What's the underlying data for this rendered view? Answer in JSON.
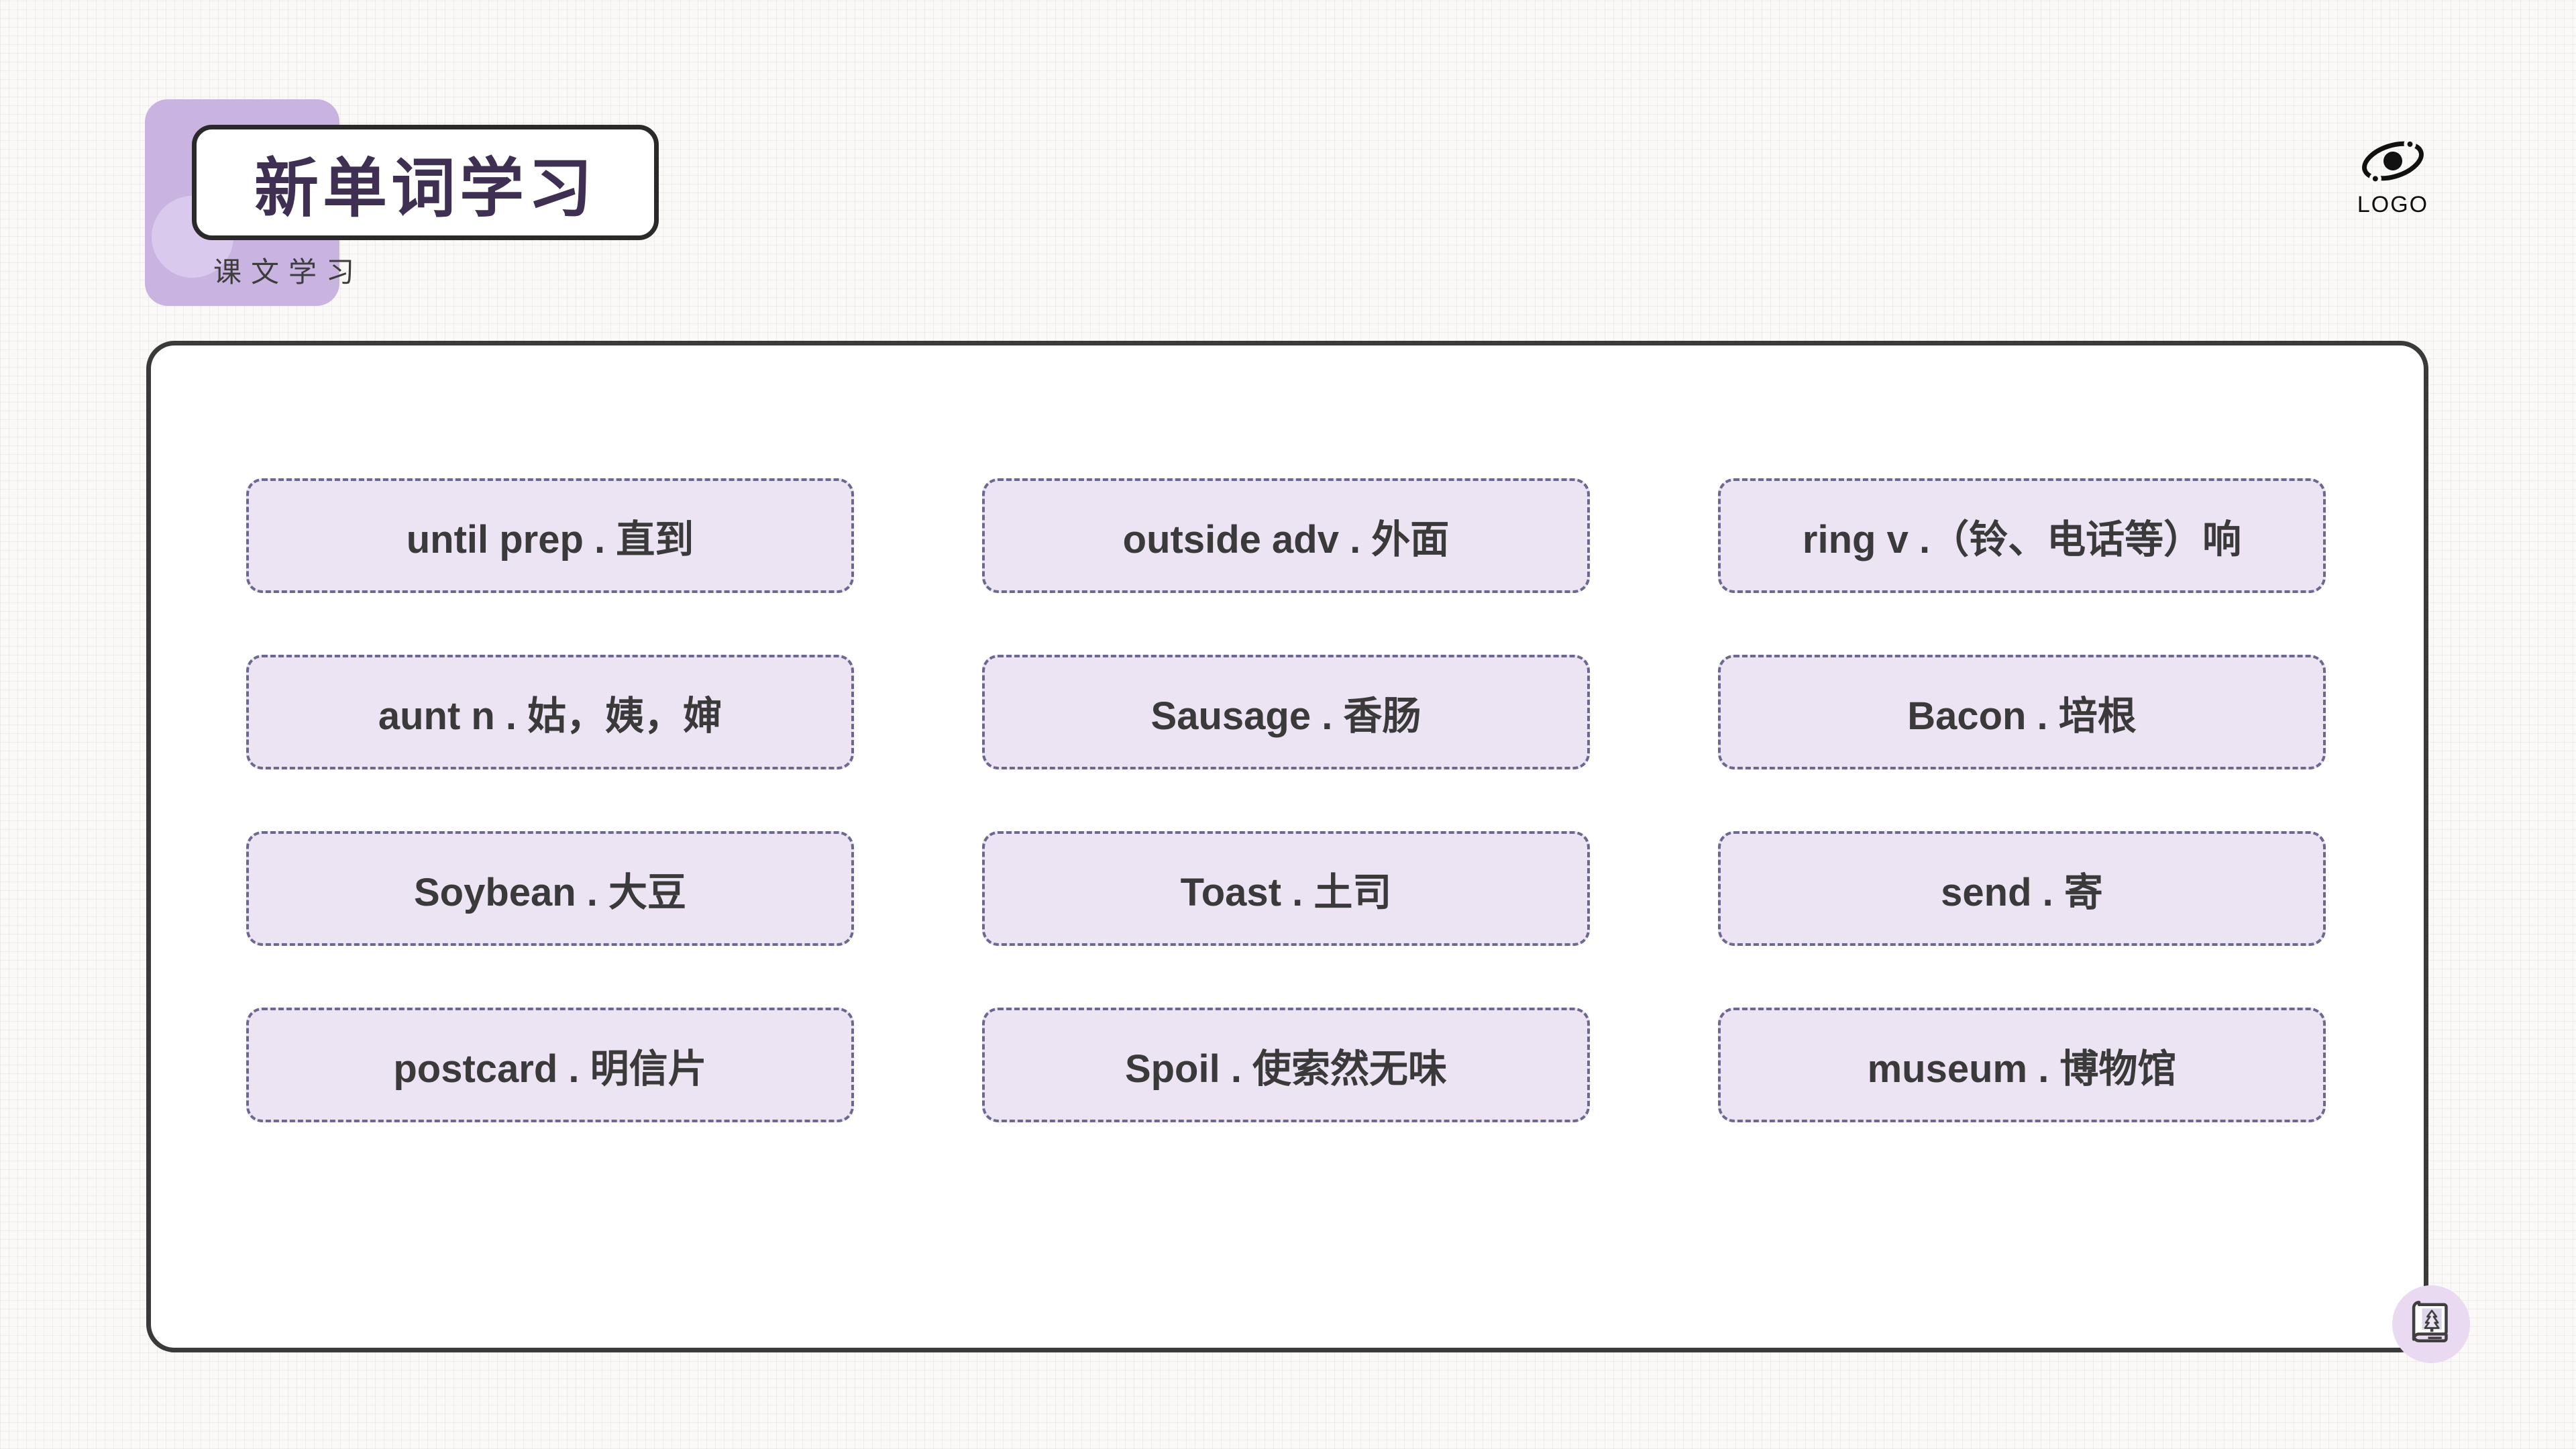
{
  "slide": {
    "title": "新单词学习",
    "subtitle": "课文学习",
    "logo": {
      "label": "LOGO"
    },
    "cards": [
      {
        "text": "until prep . 直到"
      },
      {
        "text": "outside adv . 外面"
      },
      {
        "text": "ring v .（铃、电话等）响"
      },
      {
        "text": "aunt n . 姑，姨，婶"
      },
      {
        "text": "Sausage . 香肠"
      },
      {
        "text": "Bacon . 培根"
      },
      {
        "text": "Soybean . 大豆"
      },
      {
        "text": "Toast . 土司"
      },
      {
        "text": "send . 寄"
      },
      {
        "text": "postcard . 明信片"
      },
      {
        "text": "Spoil . 使索然无味"
      },
      {
        "text": "museum . 博物馆"
      }
    ],
    "colors": {
      "background": "#faf9f7",
      "accent_square": "#c9b4e1",
      "accent_circle": "#d9c9ec",
      "card_fill": "#ece4f2",
      "card_border": "#6b6990",
      "card_text": "#3a3a3a",
      "title_text": "#3e2f53",
      "outline": "#3a3a3a",
      "badge_fill": "#e9daf1"
    }
  }
}
